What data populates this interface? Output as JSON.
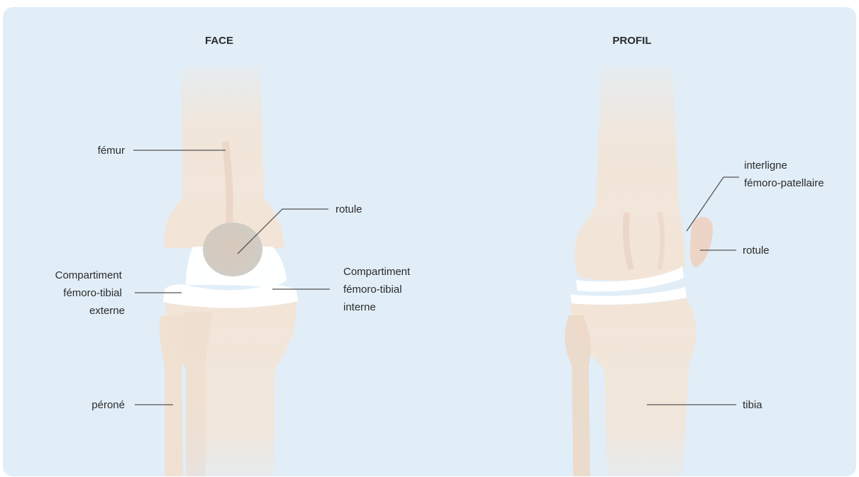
{
  "panels": {
    "face": {
      "title": "FACE",
      "labels": {
        "femur": "fémur",
        "rotule": "rotule",
        "cft_externe": [
          "Compartiment",
          "fémoro-tibial",
          "externe"
        ],
        "cft_interne": [
          "Compartiment",
          "fémoro-tibial",
          "interne"
        ],
        "perone": "péroné"
      }
    },
    "profil": {
      "title": "PROFIL",
      "labels": {
        "interligne": [
          "interligne",
          "fémoro-patellaire"
        ],
        "rotule": "rotule",
        "tibia": "tibia"
      }
    }
  },
  "colors": {
    "background": "#e1eef8",
    "bone": "#f2e5d8",
    "bone_shadow": "#ead4c2",
    "cartilage": "#ffffff",
    "patella": "#d3d0c8",
    "leader_line": "#555555",
    "text": "#2b2b2b"
  }
}
